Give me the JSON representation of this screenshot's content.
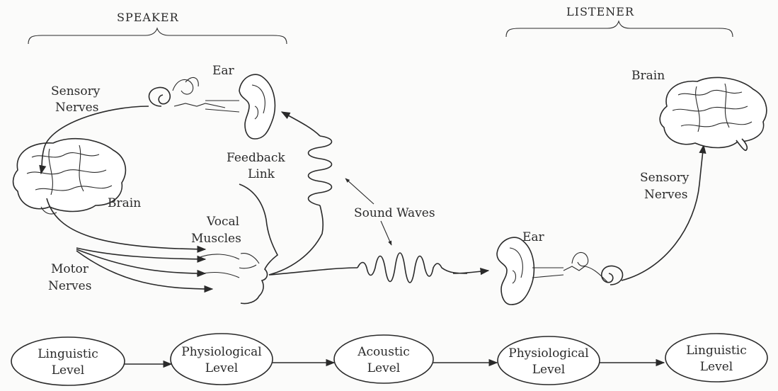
{
  "headers": {
    "speaker": "SPEAKER",
    "listener": "LISTENER"
  },
  "labels": {
    "speaker_ear": "Ear",
    "speaker_sensory_nerves_1": "Sensory",
    "speaker_sensory_nerves_2": "Nerves",
    "speaker_brain": "Brain",
    "feedback_link_1": "Feedback",
    "feedback_link_2": "Link",
    "vocal_muscles_1": "Vocal",
    "vocal_muscles_2": "Muscles",
    "motor_nerves_1": "Motor",
    "motor_nerves_2": "Nerves",
    "sound_waves": "Sound Waves",
    "listener_ear": "Ear",
    "listener_brain": "Brain",
    "listener_sensory_nerves_1": "Sensory",
    "listener_sensory_nerves_2": "Nerves"
  },
  "levels": [
    {
      "line1": "Linguistic",
      "line2": "Level"
    },
    {
      "line1": "Physiological",
      "line2": "Level"
    },
    {
      "line1": "Acoustic",
      "line2": "Level"
    },
    {
      "line1": "Physiological",
      "line2": "Level"
    },
    {
      "line1": "Linguistic",
      "line2": "Level"
    }
  ]
}
